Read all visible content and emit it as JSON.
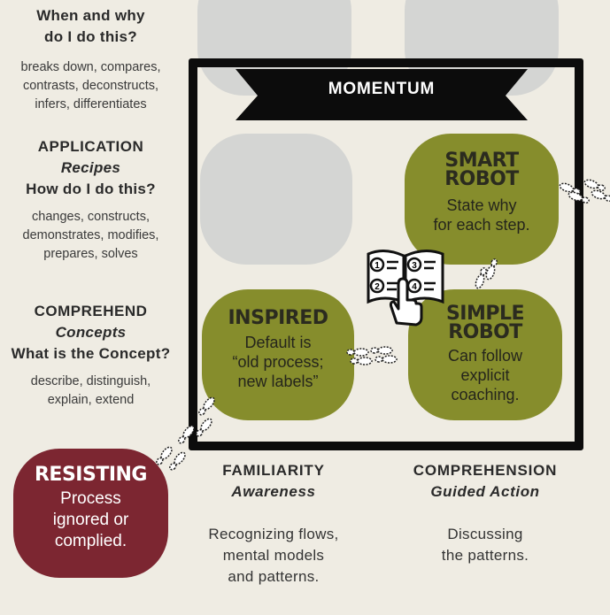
{
  "levels": {
    "analysis": {
      "question_1": "When and why",
      "question_2": "do I do this?",
      "verbs_1": "breaks down, compares,",
      "verbs_2": "contrasts, deconstructs,",
      "verbs_3": "infers, differentiates"
    },
    "application": {
      "heading": "APPLICATION",
      "subheading": "Recipes",
      "question": "How do I do this?",
      "verbs_1": "changes, constructs,",
      "verbs_2": "demonstrates, modifies,",
      "verbs_3": "prepares, solves"
    },
    "comprehend": {
      "heading": "COMPREHEND",
      "subheading": "Concepts",
      "question": "What is the Concept?",
      "verbs_1": "describe, distinguish,",
      "verbs_2": "explain, extend"
    }
  },
  "banner": {
    "label": "MOMENTUM"
  },
  "stages": {
    "smart_robot": {
      "title_1": "SMART",
      "title_2": "ROBOT",
      "body_1": "State why",
      "body_2": "for each step."
    },
    "simple_robot": {
      "title_1": "SIMPLE",
      "title_2": "ROBOT",
      "body_1": "Can follow",
      "body_2": "explicit",
      "body_3": "coaching."
    },
    "inspired": {
      "title": "INSPIRED",
      "body_1": "Default is",
      "body_2": "“old process;",
      "body_3": "new labels”"
    },
    "resisting": {
      "title": "RESISTING",
      "body_1": "Process",
      "body_2": "ignored or",
      "body_3": "complied."
    }
  },
  "columns": {
    "familiarity": {
      "heading": "FAMILIARITY",
      "subheading": "Awareness",
      "text_1": "Recognizing flows,",
      "text_2": "mental models",
      "text_3": "and patterns."
    },
    "comprehension": {
      "heading": "COMPREHENSION",
      "subheading": "Guided Action",
      "text_1": "Discussing",
      "text_2": "the patterns."
    }
  },
  "colors": {
    "olive": "#868d2c",
    "maroon": "#7c2631",
    "ghost": "#d4d5d3",
    "frame": "#0c0c0c",
    "background": "#efece3"
  },
  "icons": [
    "footprints-icon",
    "numbered-book-hand-icon"
  ]
}
